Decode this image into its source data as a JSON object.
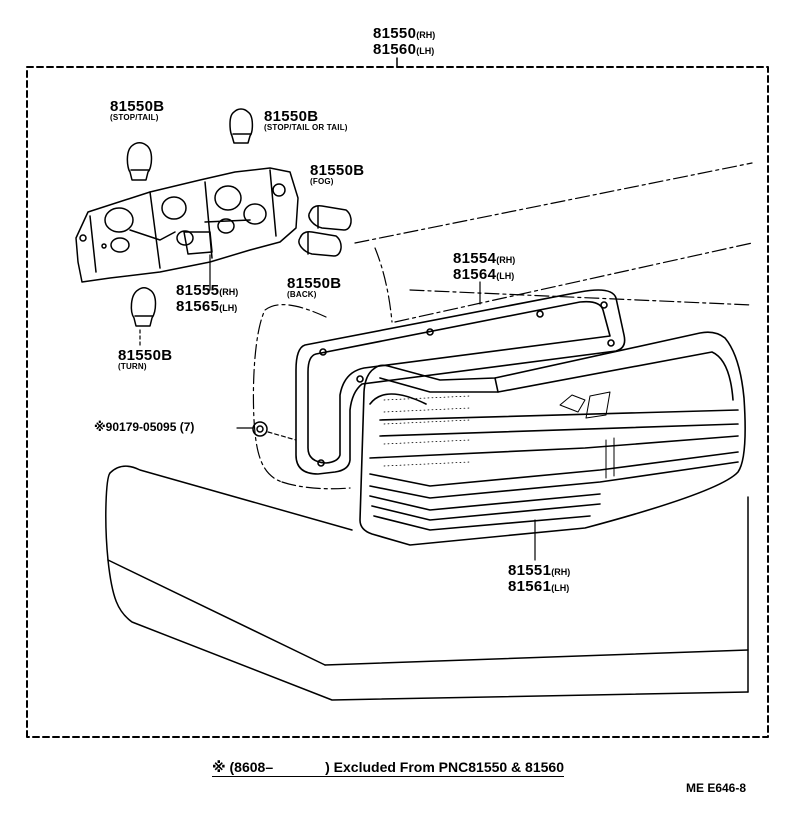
{
  "parts": {
    "assembly": {
      "pn_rh": "81550",
      "sfx_rh": "(RH)",
      "pn_lh": "81560",
      "sfx_lh": "(LH)"
    },
    "bulb_stop_tail": {
      "pn": "81550B",
      "desc": "(STOP/TAIL)"
    },
    "bulb_stop_tail_or_tail": {
      "pn": "81550B",
      "desc": "(STOP/TAIL OR TAIL)"
    },
    "bulb_fog": {
      "pn": "81550B",
      "desc": "(FOG)"
    },
    "bulb_back": {
      "pn": "81550B",
      "desc": "(BACK)"
    },
    "bulb_turn": {
      "pn": "81550B",
      "desc": "(TURN)"
    },
    "socket": {
      "pn_rh": "81555",
      "sfx_rh": "(RH)",
      "pn_lh": "81565",
      "sfx_lh": "(LH)"
    },
    "gasket": {
      "pn_rh": "81554",
      "sfx_rh": "(RH)",
      "pn_lh": "81564",
      "sfx_lh": "(LH)"
    },
    "lens": {
      "pn_rh": "81551",
      "sfx_rh": "(RH)",
      "pn_lh": "81561",
      "sfx_lh": "(LH)"
    },
    "nut": {
      "mark": "※",
      "pn": "90179-05095",
      "qty": "(7)"
    }
  },
  "footnote": {
    "mark": "※",
    "text_start": "(8608–",
    "text_end": ") Excluded From PNC81550 & 81560"
  },
  "diagram_code": "ME E646-8"
}
